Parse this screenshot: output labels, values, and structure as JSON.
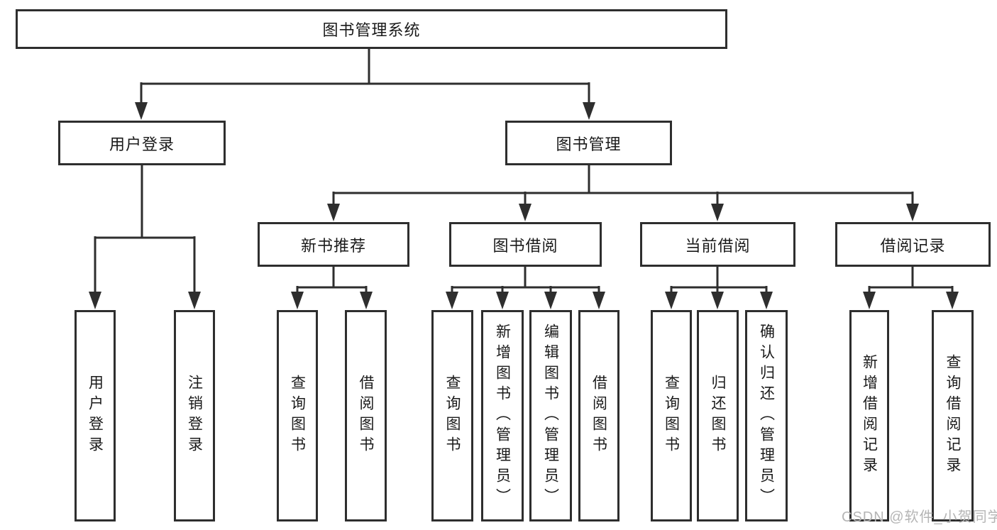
{
  "root": {
    "label": "图书管理系统"
  },
  "branches": [
    {
      "label": "用户登录",
      "children": [
        {
          "label": "用户登录"
        },
        {
          "label": "注销登录"
        }
      ]
    },
    {
      "label": "图书管理",
      "children": [
        {
          "label": "新书推荐",
          "children": [
            {
              "label": "查询图书"
            },
            {
              "label": "借阅图书"
            }
          ]
        },
        {
          "label": "图书借阅",
          "children": [
            {
              "label": "查询图书"
            },
            {
              "label": "新增图书（管理员）"
            },
            {
              "label": "编辑图书（管理员）"
            },
            {
              "label": "借阅图书"
            }
          ]
        },
        {
          "label": "当前借阅",
          "children": [
            {
              "label": "查询图书"
            },
            {
              "label": "归还图书"
            },
            {
              "label": "确认归还（管理员）"
            }
          ]
        },
        {
          "label": "借阅记录",
          "children": [
            {
              "label": "新增借阅记录"
            },
            {
              "label": "查询借阅记录"
            }
          ]
        }
      ]
    }
  ],
  "watermark": {
    "text": "CSDN @软件_小贺同学"
  },
  "colors": {
    "line": "#2e2e2e",
    "text": "#1a1a1a",
    "watermark": "#b5b5b5",
    "background": "#ffffff"
  }
}
